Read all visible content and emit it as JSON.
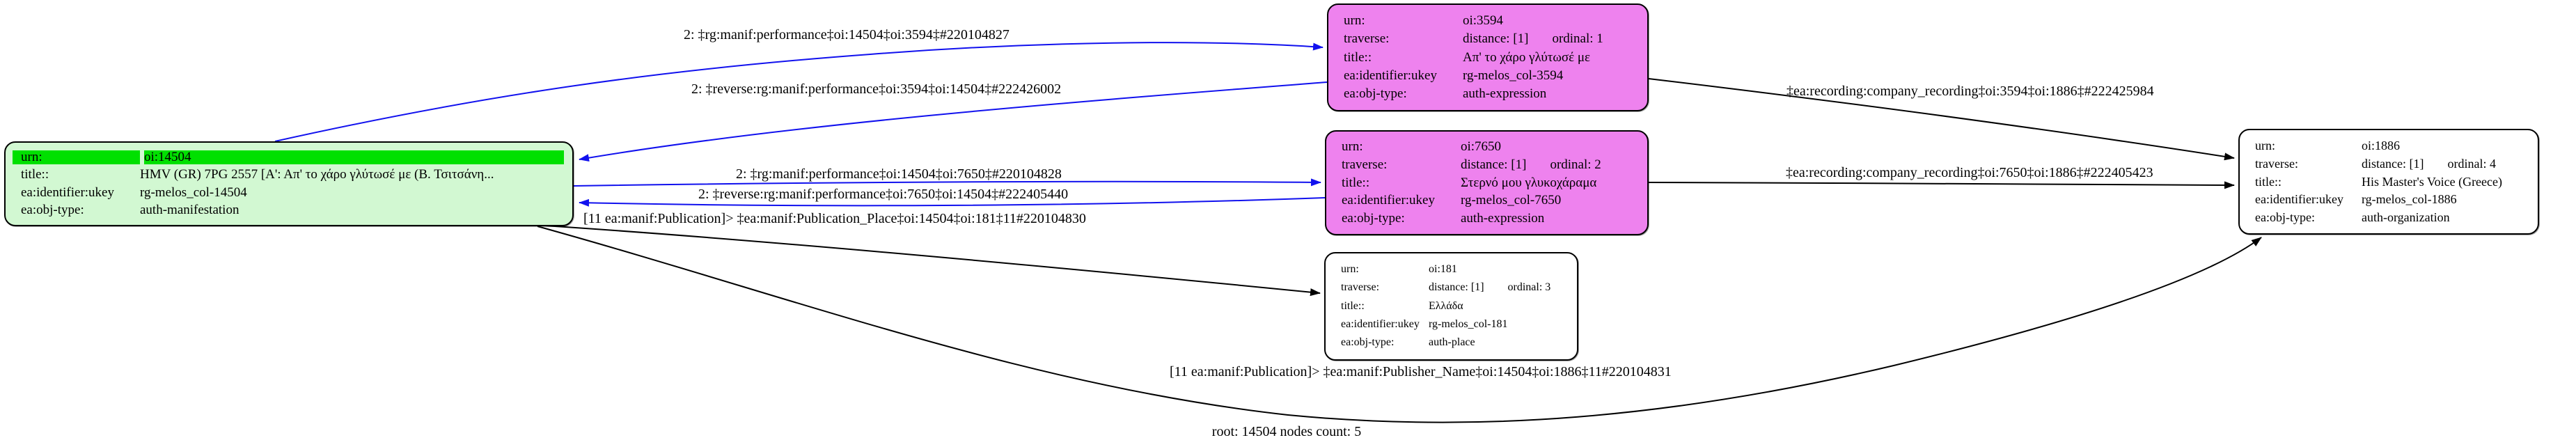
{
  "graph": {
    "label": "root: 14504 nodes count: 5",
    "colors": {
      "root_highlight": "#00e000",
      "root_fill": "#d2f8d2",
      "expression_fill": "#ee82ee",
      "plain_fill": "#ffffff",
      "traverse_edge": "#1111ee",
      "default_edge": "#000000"
    }
  },
  "nodes": {
    "n14504": {
      "urn_key": "urn:",
      "urn_val": "oi:14504",
      "title_key": "title::",
      "title_val": "HMV (GR) 7PG 2557 [Α': Απ' το χάρο γλύτωσέ με (Β. Τσιτσάνη...",
      "ukey_key": "ea:identifier:ukey",
      "ukey_val": "rg-melos_col-14504",
      "type_key": "ea:obj-type:",
      "type_val": "auth-manifestation"
    },
    "n3594": {
      "urn_key": "urn:",
      "urn_val": "oi:3594",
      "trav_key": "traverse:",
      "trav_dist": "distance: [1]",
      "trav_ord": "ordinal: 1",
      "title_key": "title::",
      "title_val": "Απ' το χάρο γλύτωσέ με",
      "ukey_key": "ea:identifier:ukey",
      "ukey_val": "rg-melos_col-3594",
      "type_key": "ea:obj-type:",
      "type_val": "auth-expression"
    },
    "n7650": {
      "urn_key": "urn:",
      "urn_val": "oi:7650",
      "trav_key": "traverse:",
      "trav_dist": "distance: [1]",
      "trav_ord": "ordinal: 2",
      "title_key": "title::",
      "title_val": "Στερνό μου γλυκοχάραμα",
      "ukey_key": "ea:identifier:ukey",
      "ukey_val": "rg-melos_col-7650",
      "type_key": "ea:obj-type:",
      "type_val": "auth-expression"
    },
    "n181": {
      "urn_key": "urn:",
      "urn_val": "oi:181",
      "trav_key": "traverse:",
      "trav_dist": "distance: [1]",
      "trav_ord": "ordinal: 3",
      "title_key": "title::",
      "title_val": "Ελλάδα",
      "ukey_key": "ea:identifier:ukey",
      "ukey_val": "rg-melos_col-181",
      "type_key": "ea:obj-type:",
      "type_val": "auth-place"
    },
    "n1886": {
      "urn_key": "urn:",
      "urn_val": "oi:1886",
      "trav_key": "traverse:",
      "trav_dist": "distance: [1]",
      "trav_ord": "ordinal: 4",
      "title_key": "title::",
      "title_val": "His Master's Voice (Greece)",
      "ukey_key": "ea:identifier:ukey",
      "ukey_val": "rg-melos_col-1886",
      "type_key": "ea:obj-type:",
      "type_val": "auth-organization"
    }
  },
  "edge_labels": {
    "perf_3594": "2: ‡rg:manif:performance‡oi:14504‡oi:3594‡#220104827",
    "rev_3594": "2: ‡reverse:rg:manif:performance‡oi:3594‡oi:14504‡#222426002",
    "perf_7650": "2: ‡rg:manif:performance‡oi:14504‡oi:7650‡#220104828",
    "rev_7650": "2: ‡reverse:rg:manif:performance‡oi:7650‡oi:14504‡#222405440",
    "pub_place": "[11 ea:manif:Publication]> ‡ea:manif:Publication_Place‡oi:14504‡oi:181‡11#220104830",
    "rec_3594": "‡ea:recording:company_recording‡oi:3594‡oi:1886‡#222425984",
    "rec_7650": "‡ea:recording:company_recording‡oi:7650‡oi:1886‡#222405423",
    "pub_name": "[11 ea:manif:Publication]> ‡ea:manif:Publisher_Name‡oi:14504‡oi:1886‡11#220104831"
  }
}
